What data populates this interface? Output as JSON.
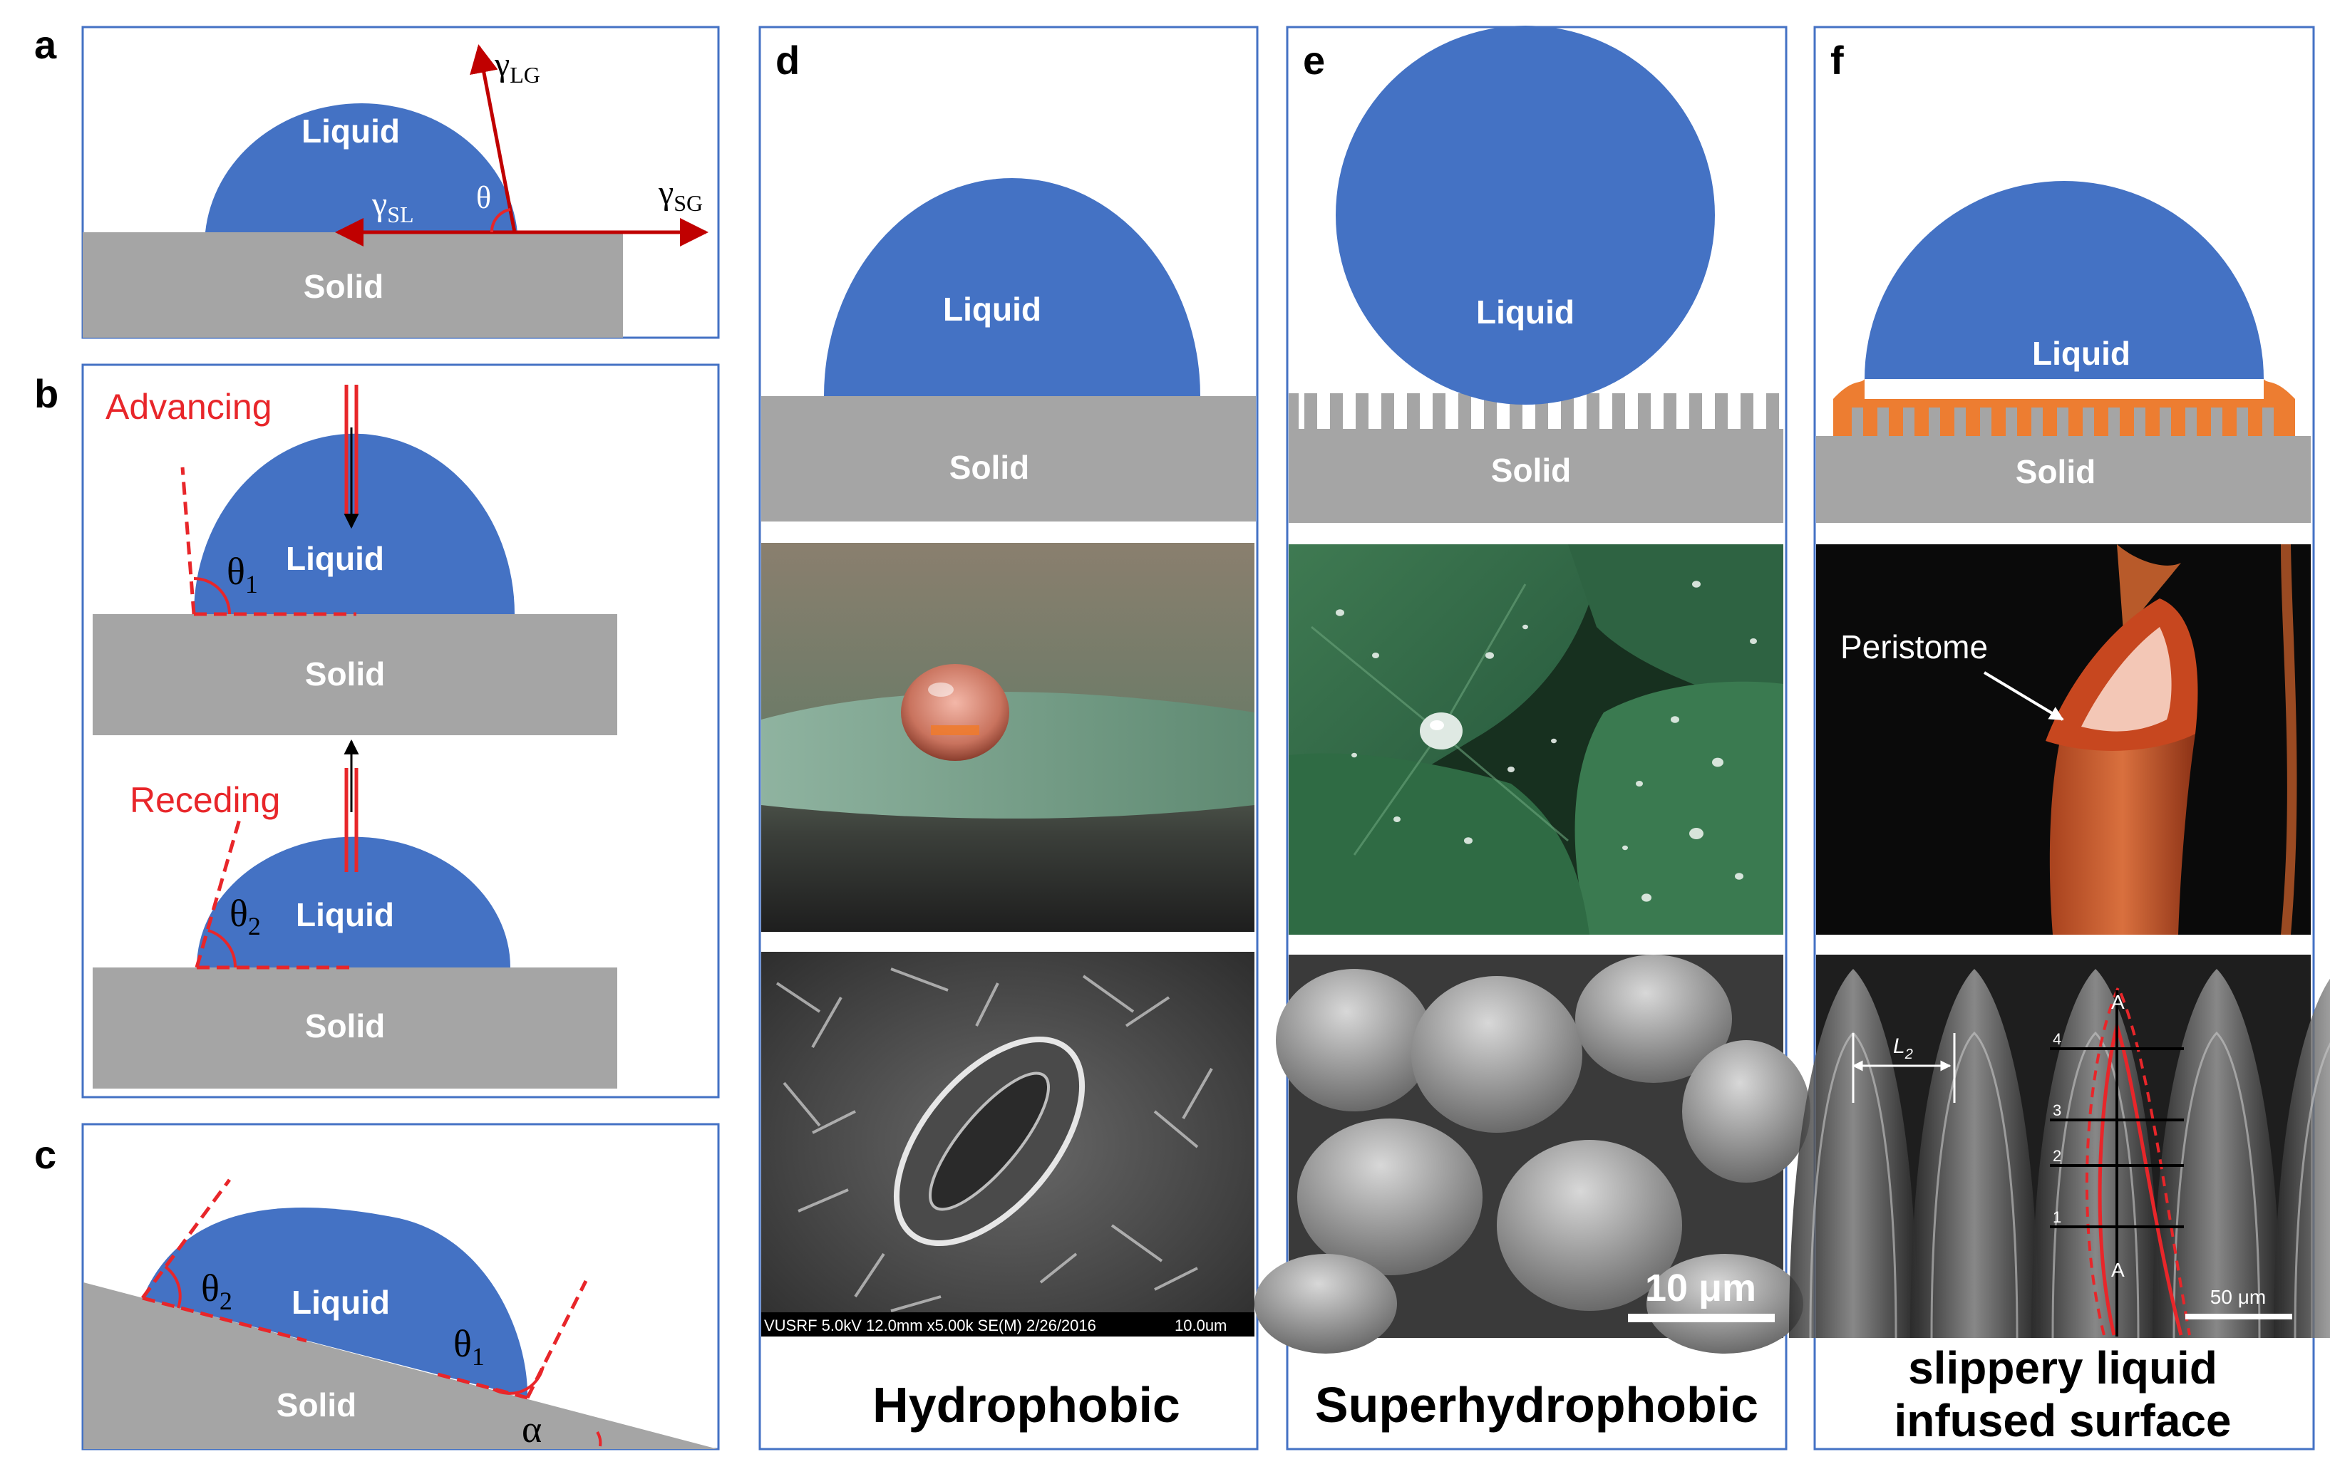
{
  "panels": {
    "a": {
      "letter": "a",
      "liquid": "Liquid",
      "solid": "Solid",
      "theta": "θ",
      "g_lg": "γ",
      "g_lg_sub": "LG",
      "g_sl": "γ",
      "g_sl_sub": "SL",
      "g_sg": "γ",
      "g_sg_sub": "SG"
    },
    "b": {
      "letter": "b",
      "advancing": "Advancing",
      "receding": "Receding",
      "liquid": "Liquid",
      "solid": "Solid",
      "theta1": "θ",
      "theta1_sub": "1",
      "theta2": "θ",
      "theta2_sub": "2"
    },
    "c": {
      "letter": "c",
      "liquid": "Liquid",
      "solid": "Solid",
      "theta1": "θ",
      "theta1_sub": "1",
      "theta2": "θ",
      "theta2_sub": "2",
      "alpha": "α"
    },
    "d": {
      "letter": "d",
      "liquid": "Liquid",
      "solid": "Solid",
      "caption": "Hydrophobic",
      "sem_label": "VUSRF 5.0kV 12.0mm x5.00k SE(M) 2/26/2016",
      "sem_scale": "10.0um"
    },
    "e": {
      "letter": "e",
      "liquid": "Liquid",
      "solid": "Solid",
      "caption": "Superhydrophobic",
      "scale": "10 μm"
    },
    "f": {
      "letter": "f",
      "liquid": "Liquid",
      "solid": "Solid",
      "caption_line1": "slippery liquid",
      "caption_line2": "infused surface",
      "peristome": "Peristome",
      "scale": "50 μm",
      "l2": "L",
      "l2_sub": "2",
      "marker_a": "A",
      "n1": "1",
      "n2": "2",
      "n3": "3",
      "n4": "4"
    }
  },
  "colors": {
    "liquid": "#4472c4",
    "solid": "#a5a5a5",
    "frame": "#4472c4",
    "red": "#e8262a",
    "orange": "#ed7d31"
  }
}
